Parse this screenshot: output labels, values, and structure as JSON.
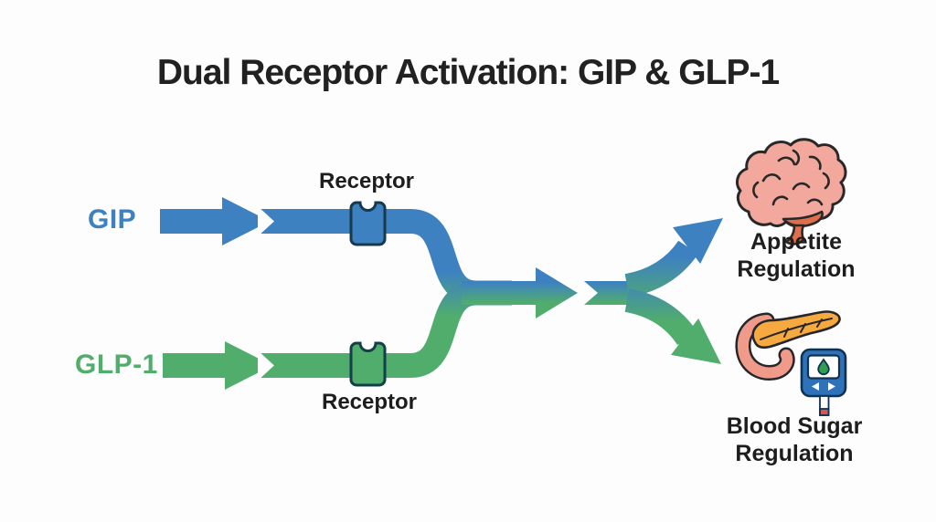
{
  "title": "Dual Receptor Activation: GIP & GLP-1",
  "gip": {
    "label": "GIP",
    "receptor_label": "Receptor"
  },
  "glp1": {
    "label": "GLP-1",
    "receptor_label": "Receptor"
  },
  "outcomes": {
    "appetite": {
      "line1": "Appetite",
      "line2": "Regulation",
      "icon": "brain-icon"
    },
    "blood_sugar": {
      "line1": "Blood Sugar",
      "line2": "Regulation",
      "icon": "pancreas-glucose-meter-icon"
    }
  },
  "colors": {
    "background": "#fdfdfd",
    "title_text": "#212121",
    "label_text": "#1d1d1d",
    "gip_blue": "#3e81c1",
    "glp1_green": "#50ad6c",
    "receptor_outline": "#17394e",
    "brain_pink": "#f3a89d",
    "brain_stem_orange": "#df6f4c",
    "pancreas_orange": "#f5a93f",
    "duodenum_salmon": "#f09a8a",
    "meter_blue": "#2e73b9",
    "meter_outline": "#10314f",
    "droplet_green": "#2f9e53",
    "strip_red": "#d4574d"
  }
}
